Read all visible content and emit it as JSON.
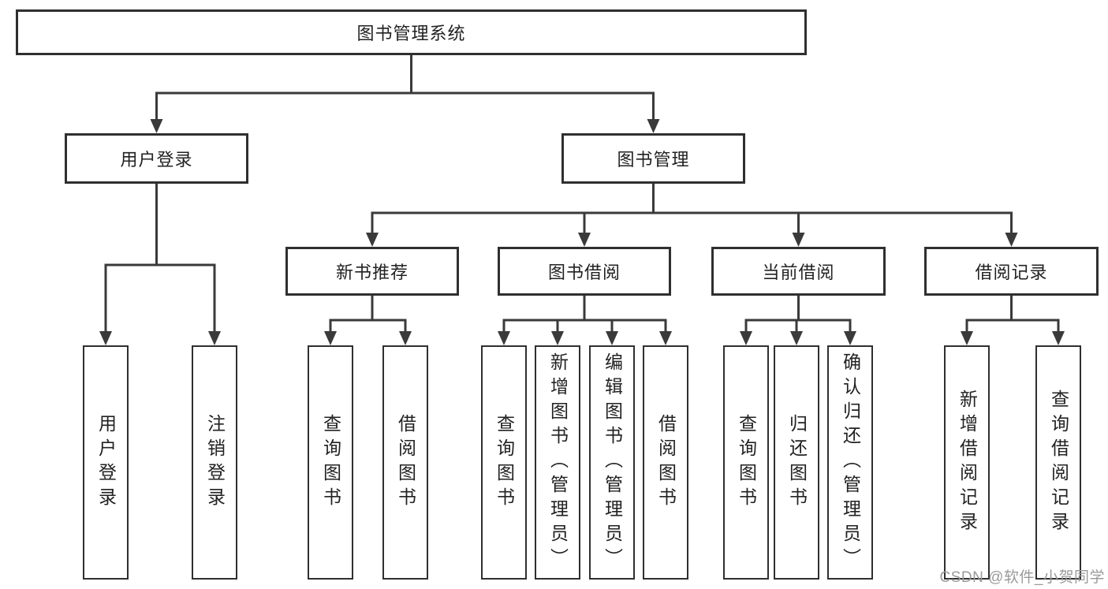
{
  "diagram": {
    "title": "图书管理系统",
    "groups": {
      "level2": {
        "user_login": "用户登录",
        "book_management": "图书管理"
      },
      "level3": {
        "new_book_recommend": "新书推荐",
        "book_borrowing": "图书借阅",
        "current_borrowing": "当前借阅",
        "borrowing_records": "借阅记录"
      },
      "leaves": {
        "user_login": [
          "用户登录",
          "注销登录"
        ],
        "new_book_recommend": [
          "查询图书",
          "借阅图书"
        ],
        "book_borrowing": [
          "查询图书",
          "新增图书（管理员）",
          "编辑图书（管理员）",
          "借阅图书"
        ],
        "current_borrowing": [
          "查询图书",
          "归还图书",
          "确认归还（管理员）"
        ],
        "borrowing_records": [
          "新增借阅记录",
          "查询借阅记录"
        ]
      }
    }
  },
  "watermark": {
    "text": "CSDN @软件_小贺同学"
  },
  "colors": {
    "line": "#3a3a3a",
    "border": "#2f2f2f",
    "text": "#222222",
    "watermark": "#9a9a9a",
    "background": "#ffffff"
  }
}
